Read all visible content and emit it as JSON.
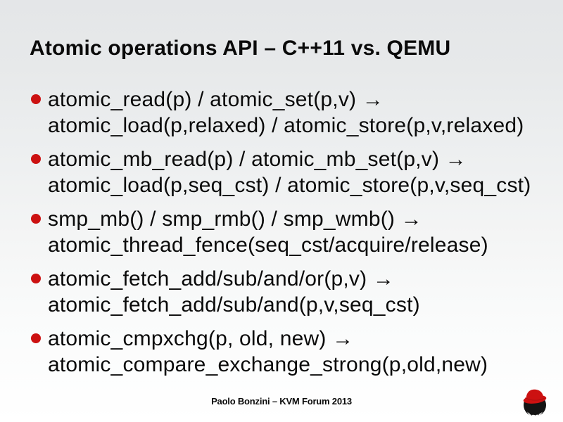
{
  "slide": {
    "title": "Atomic operations API – C++11 vs. QEMU",
    "bullets": [
      {
        "line1": "atomic_read(p) / atomic_set(p,v) →",
        "line2": "atomic_load(p,relaxed) / atomic_store(p,v,relaxed)"
      },
      {
        "line1": "atomic_mb_read(p) / atomic_mb_set(p,v) →",
        "line2": "atomic_load(p,seq_cst) / atomic_store(p,v,seq_cst)"
      },
      {
        "line1": "smp_mb() / smp_rmb() / smp_wmb() →",
        "line2": "atomic_thread_fence(seq_cst/acquire/release)"
      },
      {
        "line1": "atomic_fetch_add/sub/and/or(p,v) →",
        "line2": "atomic_fetch_add/sub/and(p,v,seq_cst)"
      },
      {
        "line1": "atomic_cmpxchg(p, old, new) →",
        "line2": "atomic_compare_exchange_strong(p,old,new)"
      }
    ],
    "footer": "Paolo Bonzini – KVM Forum 2013",
    "logo": "redhat-shadowman-logo",
    "colors": {
      "bullet": "#cc1111",
      "text": "#0a0a0a",
      "background_top": "#e4e6e8",
      "background_bottom": "#ffffff",
      "hat_red": "#cc1111",
      "head_black": "#141414"
    }
  }
}
